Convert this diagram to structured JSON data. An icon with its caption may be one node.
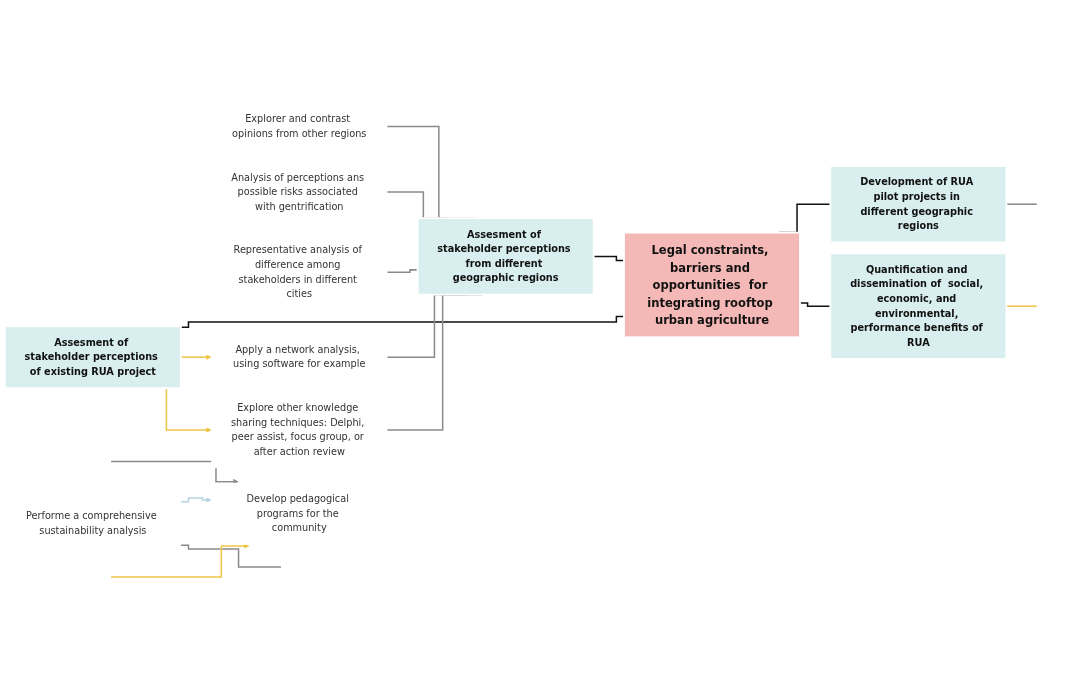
{
  "diagram": {
    "nodes": [
      {
        "text": [
          "Legal constraints, barriers and opportunities  for integrating rooftop urban agriculture"
        ]
      },
      {
        "text": [
          "Assesment of stakeholder perceptions of existing RUA project"
        ]
      },
      {
        "text": [
          "Explorer and contrast opinions from other regions"
        ]
      },
      {
        "text": [
          "Analysis of perceptions ans possible risks associated with gentrification"
        ]
      },
      {
        "text": [
          "Representative analysis of difference among stakeholders in different cities"
        ]
      },
      {
        "text": [
          "Apply a network analysis, using software for example"
        ]
      },
      {
        "text": [
          "Explore other knowledge sharing techniques: Delphi, peer assist, focus group, or after action review"
        ]
      },
      {
        "text": [
          "Assesment of stakeholder perceptions from different geographic regions"
        ]
      },
      {
        "text": [
          "Development of RUA pilot projects in different geographic regions"
        ]
      },
      {
        "text": [
          "Performe a comprehensive sustainability analysis"
        ]
      },
      {
        "text": [
          "Develop pedagogical programs for the community"
        ]
      },
      {
        "text": [
          "Quantification and dissemination of  social, economic, and environmental, performance benefits of RUA"
        ]
      }
    ],
    "edges": [
      {
        "from": 1,
        "to": 0,
        "arrow": "none",
        "color": "#111111"
      },
      {
        "from": 7,
        "to": 0,
        "arrow": "none",
        "color": "#111111"
      },
      {
        "from": 0,
        "to": 8,
        "arrow": "none",
        "color": "#111111"
      },
      {
        "from": 0,
        "to": 11,
        "arrow": "none",
        "color": "#111111"
      },
      {
        "from": 2,
        "to": 7,
        "arrow": "none"
      },
      {
        "from": 3,
        "to": 7,
        "arrow": "none"
      },
      {
        "from": 4,
        "to": 7,
        "arrow": "none"
      },
      {
        "from": 5,
        "to": 7,
        "arrow": "none"
      },
      {
        "from": 6,
        "to": 7,
        "arrow": "none"
      },
      {
        "from": 1,
        "to": 5,
        "arrow": "to",
        "color": "#eec643"
      },
      {
        "from": 1,
        "to": 6,
        "arrow": "to",
        "color": "#eec643"
      },
      {
        "from": 9,
        "to": 10,
        "arrow": "to",
        "color": "#b9d3e2"
      },
      {
        "from": 8,
        "to": null,
        "arrow": "none"
      },
      {
        "from": 9,
        "to": null,
        "arrow": "none"
      },
      {
        "from": null,
        "to": 10,
        "arrow": "to"
      },
      {
        "from": null,
        "to": 10,
        "arrow": "to",
        "color": "#eec643"
      },
      {
        "from": 11,
        "to": null,
        "arrow": "none",
        "color": "#eec643"
      }
    ]
  }
}
